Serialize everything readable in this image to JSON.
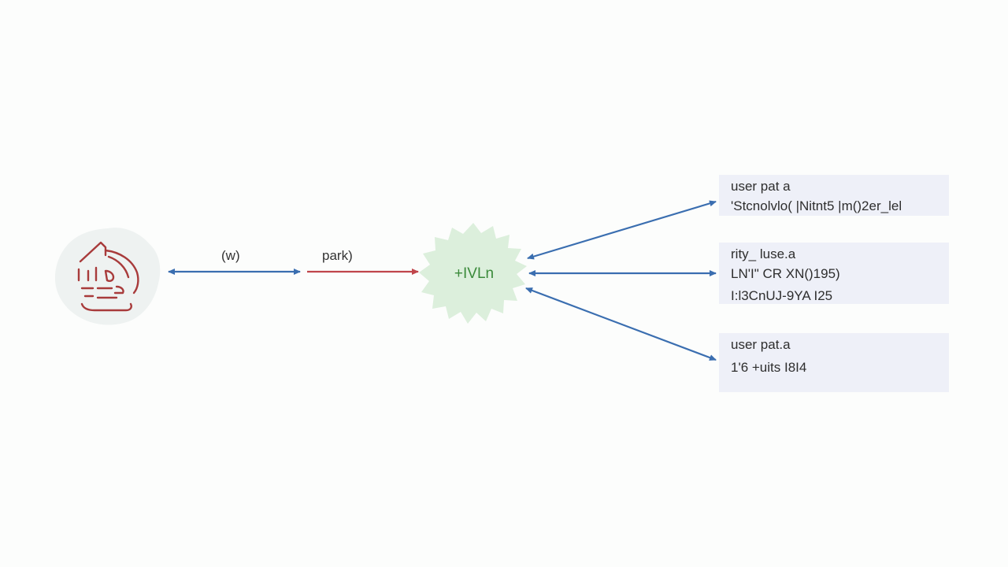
{
  "colors": {
    "arrow_blue": "#3a6eb0",
    "arrow_red": "#c0464b",
    "source_icon": "#a83b3b",
    "hub_fill": "#dcefdc",
    "hub_text": "#3a8a3a",
    "box_fill": "#eef0f8"
  },
  "source": {
    "icon": "house-icon"
  },
  "edges": {
    "label_1": "(w)",
    "label_2": "park)"
  },
  "hub": {
    "label": "+IVLn"
  },
  "boxes": [
    {
      "title": "user pat a",
      "lines": [
        "'Stcnolvlo( |Nitnt5 |m()2er_lel"
      ]
    },
    {
      "title": "rity_ luse.a",
      "lines": [
        "LN'I\" CR XN()195)",
        "I:l3CnUJ-9YA I25"
      ]
    },
    {
      "title": "user pat.a",
      "lines": [
        "1'6 +uits I8I4"
      ]
    }
  ]
}
